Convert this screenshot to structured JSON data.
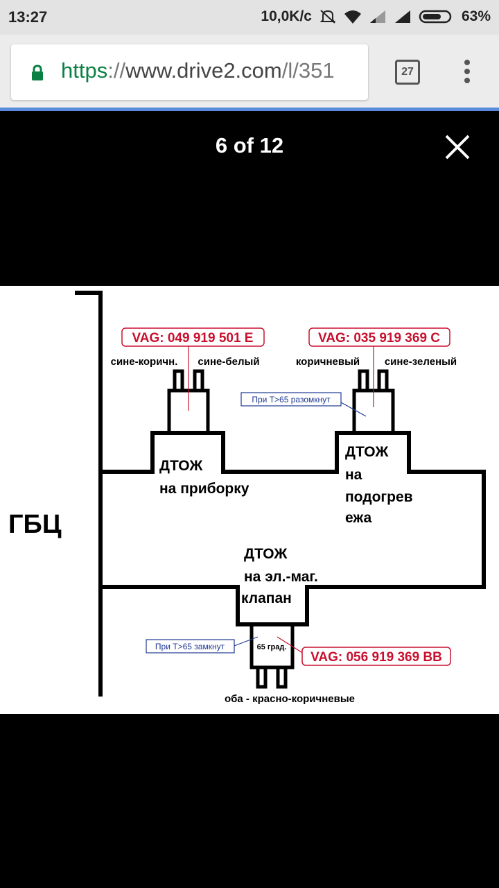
{
  "status_bar": {
    "time": "13:27",
    "network_speed": "10,0K/c",
    "battery": "63%"
  },
  "browser": {
    "url_scheme": "https",
    "url_separator": "://",
    "url_host": "www.drive2.com",
    "url_path": "/l/351",
    "tab_count": "27"
  },
  "viewer": {
    "counter": "6 of 12"
  },
  "diagram": {
    "head_label": "ГБЦ",
    "sensor1": {
      "part_no": "VAG: 049 919 501 E",
      "wire_left": "сине-коричн.",
      "wire_right": "сине-белый",
      "title": "ДТОЖ",
      "subtitle": "на приборку"
    },
    "sensor2": {
      "part_no": "VAG: 035 919 369 C",
      "wire_left": "коричневый",
      "wire_right": "сине-зеленый",
      "note": "При Т>65 разомкнут",
      "title": "ДТОЖ",
      "line2": "на",
      "line3": "подогрев",
      "line4": "ежа"
    },
    "sensor3": {
      "part_no": "VAG: 056 919 369 BB",
      "note": "При Т>65 замкнут",
      "temp": "65 град.",
      "title": "ДТОЖ",
      "line2": "на эл.-маг.",
      "line3": "клапан",
      "wires": "оба - красно-коричневые"
    }
  }
}
